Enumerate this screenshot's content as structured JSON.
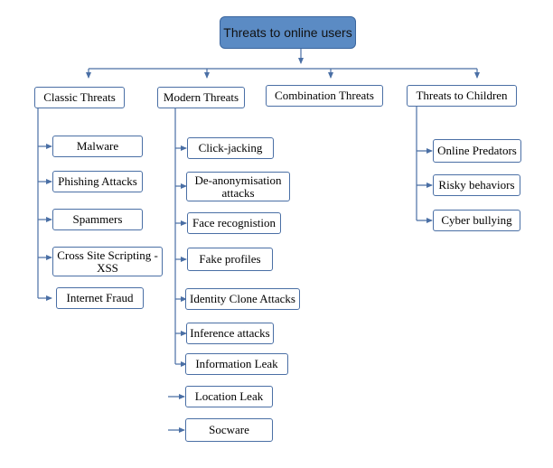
{
  "root": "Threats to online users",
  "categories": [
    {
      "label": "Classic Threats",
      "items": [
        "Malware",
        "Phishing Attacks",
        "Spammers",
        "Cross Site Scripting - XSS",
        "Internet Fraud"
      ]
    },
    {
      "label": "Modern Threats",
      "items": [
        "Click-jacking",
        "De-anonymisation attacks",
        "Face recognistion",
        "Fake profiles",
        "Identity Clone Attacks",
        "Inference attacks",
        "Information Leak",
        "Location Leak",
        "Socware"
      ]
    },
    {
      "label": "Combination Threats",
      "items": []
    },
    {
      "label": "Threats to Children",
      "items": [
        "Online Predators",
        "Risky behaviors",
        "Cyber bullying"
      ]
    }
  ],
  "colors": {
    "root_fill": "#5b8bc4",
    "line": "#4a6fa5",
    "box_border": "#4a6fa5"
  }
}
